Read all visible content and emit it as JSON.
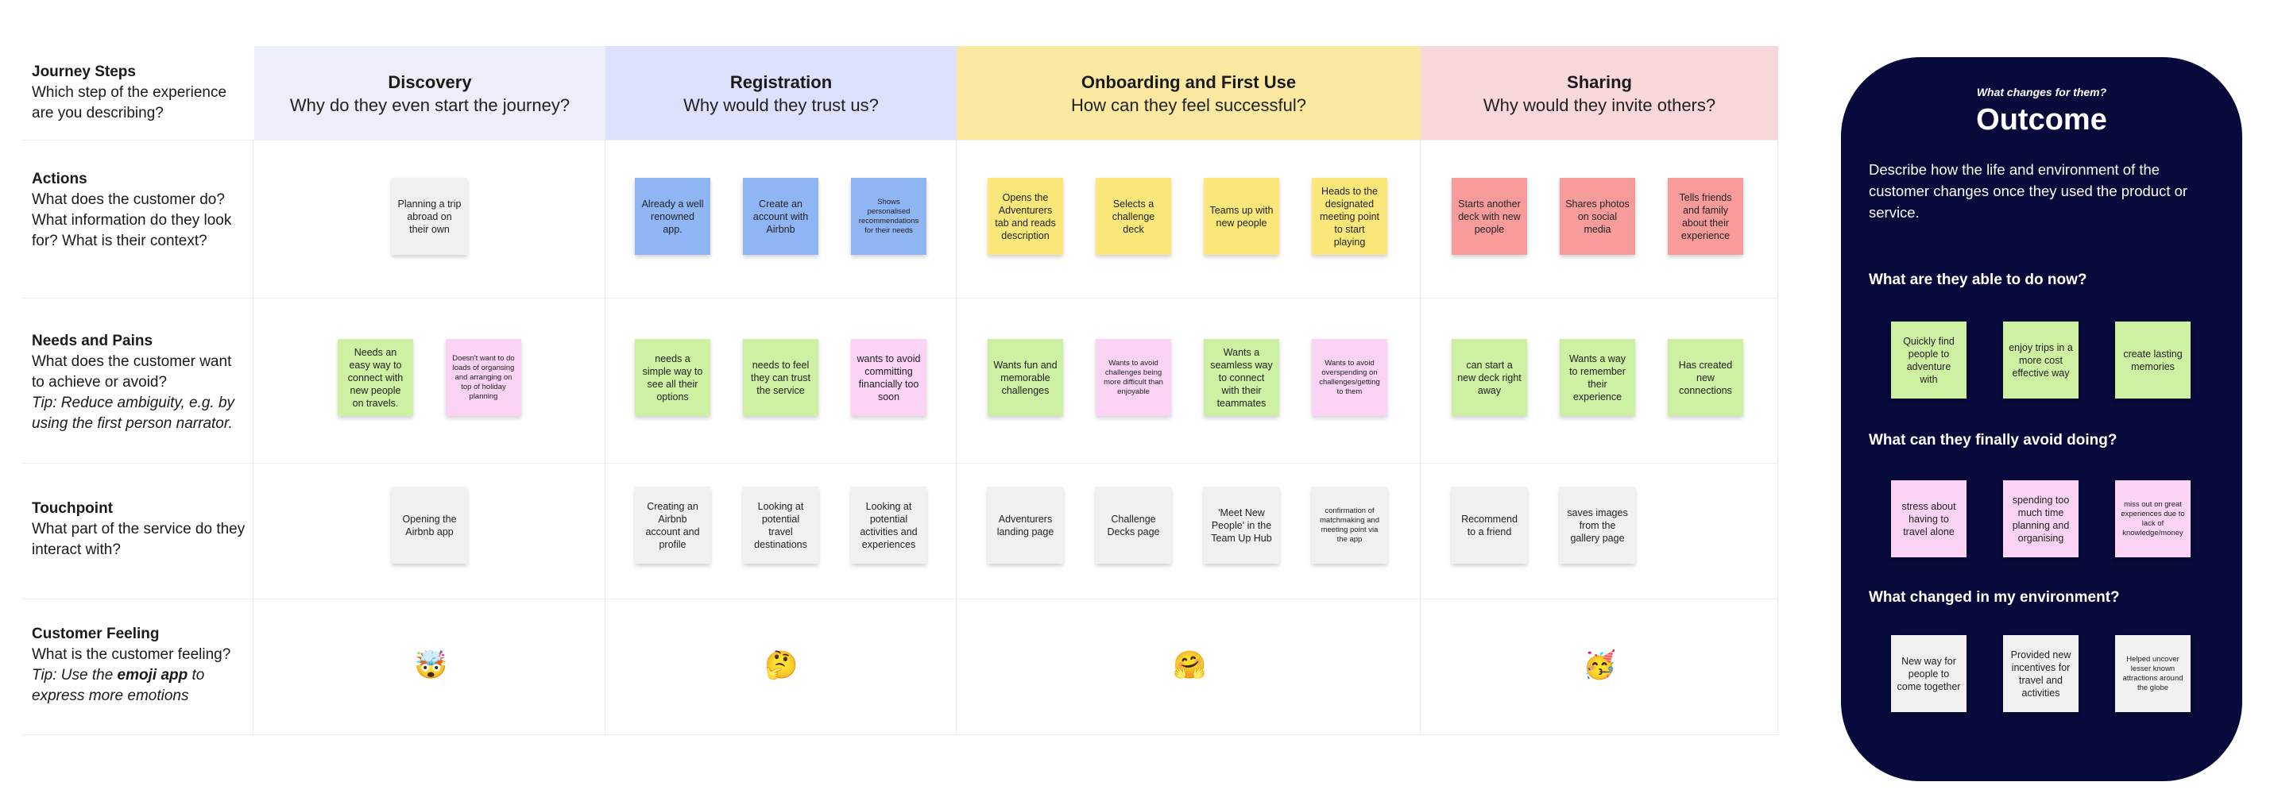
{
  "row_labels": {
    "journey": {
      "title": "Journey Steps",
      "text": "Which step of the experience are you describing?"
    },
    "actions": {
      "title": "Actions",
      "text": "What does the customer do? What information do they look for? What is their context?"
    },
    "needs": {
      "title": "Needs and Pains",
      "text": "What does the customer want to achieve or avoid?",
      "tip": "Tip: Reduce ambiguity, e.g. by using the first person narrator."
    },
    "touchpoint": {
      "title": "Touchpoint",
      "text": "What part of the service do they interact with?"
    },
    "feeling": {
      "title": "Customer Feeling",
      "text": "What is the customer feeling?",
      "tip_before": "Tip: Use the ",
      "tip_bold": "emoji app",
      "tip_after": " to express more emotions"
    }
  },
  "phases": [
    {
      "title": "Discovery",
      "subtitle": "Why do they even start the journey?",
      "color": "#eceef9"
    },
    {
      "title": "Registration",
      "subtitle": "Why would they trust us?",
      "color": "#dce2fb"
    },
    {
      "title": "Onboarding and First Use",
      "subtitle": "How can they feel successful?",
      "color": "#fbe9a1"
    },
    {
      "title": "Sharing",
      "subtitle": "Why would they invite others?",
      "color": "#f8d8d9"
    }
  ],
  "actions": {
    "discovery": [
      "Planning a trip abroad on their own"
    ],
    "registration": [
      "Already a well renowned app.",
      "Create an account with Airbnb",
      "Shows personalised recommendations for their needs"
    ],
    "onboarding": [
      "Opens the Adventurers tab and reads description",
      "Selects a challenge deck",
      "Teams up with new people",
      "Heads to the designated meeting point to start playing"
    ],
    "sharing": [
      "Starts another deck with new people",
      "Shares photos on social media",
      "Tells friends and family about their experience"
    ]
  },
  "needs": {
    "discovery": [
      "Needs an easy way to connect with new people on travels.",
      "Doesn't want to do loads of organsing and arranging on top of holiday planning"
    ],
    "registration": [
      "needs a simple way to see all their options",
      "needs to feel they can trust the service",
      "wants to avoid committing financially too soon"
    ],
    "onboarding": [
      "Wants fun and memorable challenges",
      "Wants to avoid challenges being more difficult than enjoyable",
      "Wants a seamless way to connect with their teammates",
      "Wants to avoid overspending on challenges/getting to them"
    ],
    "sharing": [
      "can start a new deck right away",
      "Wants a way to remember their experience",
      "Has created new connections"
    ]
  },
  "touchpoints": {
    "discovery": [
      "Opening the Airbnb app"
    ],
    "registration": [
      "Creating an Airbnb account and profile",
      "Looking at potential travel destinations",
      "Looking at potential activities and experiences"
    ],
    "onboarding": [
      "Adventurers landing page",
      "Challenge Decks page",
      "'Meet New People' in the Team Up Hub",
      "confirmation of matchmaking and meeting point via the app"
    ],
    "sharing": [
      "Recommend to a friend",
      "saves images from the gallery page"
    ]
  },
  "feelings": [
    "🤯",
    "🤔",
    "🤗",
    "🥳"
  ],
  "outcome": {
    "kicker": "What changes for them?",
    "title": "Outcome",
    "description": "Describe how the life and environment of the customer changes once they used the product or service.",
    "able_q": "What are they able to do now?",
    "able": [
      "Quickly find people to adventure with",
      "enjoy trips in a more cost effective way",
      "create lasting memories"
    ],
    "avoid_q": "What can they finally avoid doing?",
    "avoid": [
      "stress about having to travel alone",
      "spending too much time planning and organising",
      "miss out on great experiences due to lack of knowledge/money"
    ],
    "env_q": "What changed in my environment?",
    "env": [
      "New way for people to come together",
      "Provided new incentives for travel and activities",
      "Helped uncover lesser known attractions around the globe"
    ]
  }
}
